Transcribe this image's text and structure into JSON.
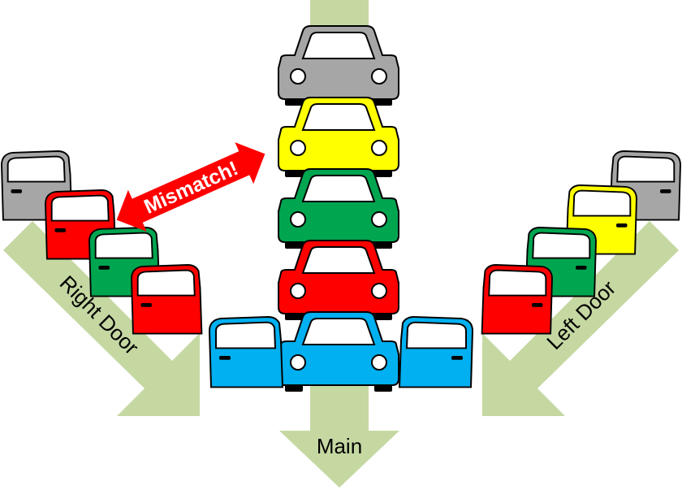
{
  "colors": {
    "flow": "#c5d8a2",
    "gray": "#a6a6a6",
    "yellow": "#ffff00",
    "green": "#00a550",
    "red": "#ff0000",
    "blue": "#00b0f0",
    "mismatch": "#ff0000"
  },
  "labels": {
    "main": "Main",
    "right_door": "Right Door",
    "left_door": "Left Door",
    "mismatch": "Mismatch!"
  },
  "main_line": {
    "cars": [
      "gray",
      "yellow",
      "green",
      "red",
      "blue"
    ]
  },
  "right_door_line": {
    "doors": [
      "gray",
      "red",
      "green",
      "red"
    ]
  },
  "left_door_line": {
    "doors": [
      "gray",
      "yellow",
      "green",
      "red"
    ]
  },
  "assembled_car": {
    "body": "blue",
    "left_door": "blue",
    "right_door": "blue"
  }
}
